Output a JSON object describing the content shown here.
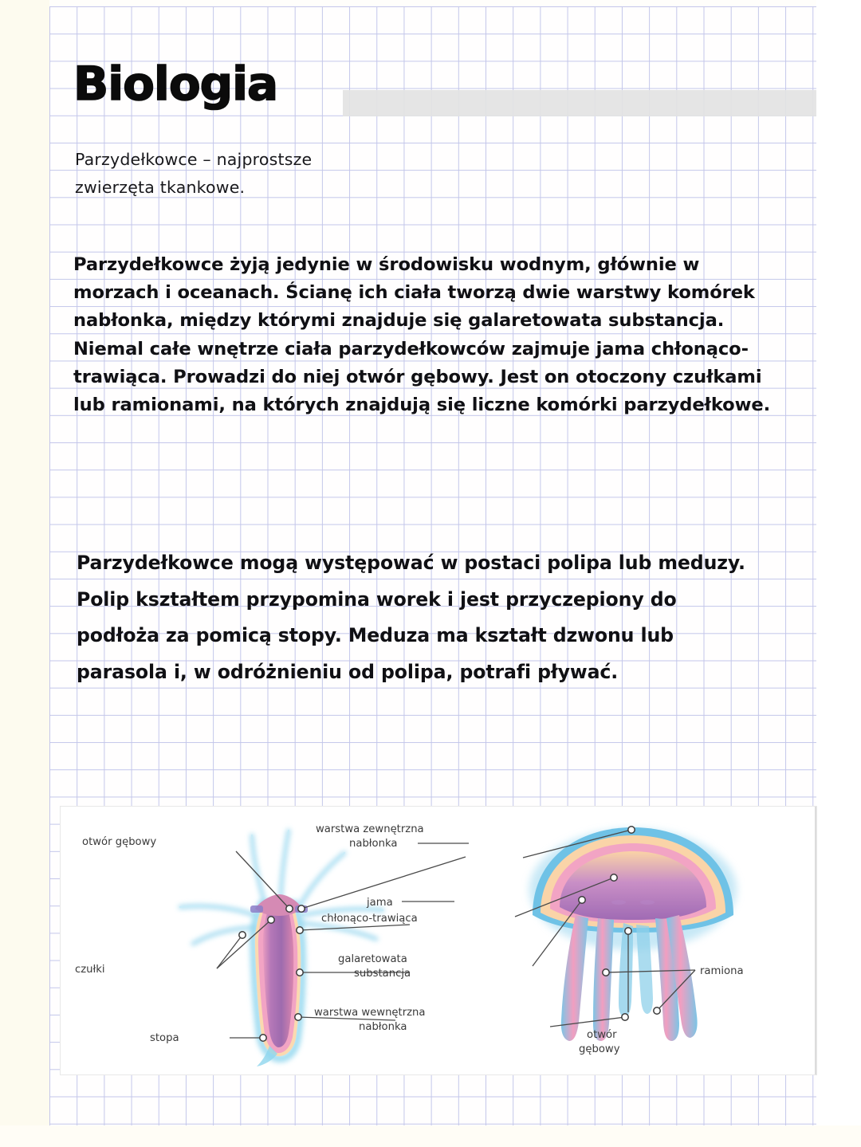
{
  "notebook": {
    "title": "Biologia",
    "subtitle_lines": [
      "Parzydełkowce – najprostsze",
      "zwierzęta tkankowe."
    ],
    "header_band_color": "#e3e3e3",
    "grid_line_color": "#b9bde8",
    "paper_color": "#ffffff",
    "margin_color": "#fdfbef"
  },
  "paragraph1": {
    "lines": [
      "Parzydełkowce żyją jedynie w środowisku wodnym, głównie w",
      "morzach i oceanach. Ścianę ich ciała tworzą dwie warstwy komórek",
      "nabłonka, między którymi znajduje się galaretowata substancja.",
      "Niemal całe wnętrze ciała parzydełkowców zajmuje  jama chłonąco-",
      "trawiąca. Prowadzi do niej otwór gębowy. Jest on otoczony czułkami",
      "lub ramionami, na których znajdują się liczne komórki parzydełkowe."
    ]
  },
  "paragraph2": {
    "lines": [
      "Parzydełkowce mogą występować w postaci polipa lub meduzy.",
      "Polip kształtem przypomina worek i jest przyczepiony do",
      "podłoża za pomicą stopy. Meduza ma kształt dzwonu lub",
      "parasola i, w odróżnieniu od polipa, potrafi pływać."
    ]
  },
  "figure": {
    "polyp": {
      "labels": {
        "mouth": "otwór gębowy",
        "tentacles": "czułki",
        "foot": "stopa"
      },
      "colors": {
        "outline": "#8fd6ee",
        "inner_body": "#9d6fae",
        "mid_body": "#d87aa8",
        "pink_layer": "#f3a7c4",
        "peach_layer": "#fbd9b0"
      }
    },
    "center_labels": {
      "outer_layer_line1": "warstwa zewnętrzna",
      "outer_layer_line2": "nabłonka",
      "cavity_line1": "jama",
      "cavity_line2": "chłonąco-trawiąca",
      "jelly_line1": "galaretowata",
      "jelly_line2": "substancja",
      "inner_layer_line1": "warstwa wewnętrzna",
      "inner_layer_line2": "nabłonka"
    },
    "medusa": {
      "labels": {
        "arms": "ramiona",
        "mouth_line1": "otwór",
        "mouth_line2": "gębowy"
      },
      "colors": {
        "bell_outer": "#7ec8e8",
        "bell_peach": "#fad4a8",
        "bell_purple": "#a46fb8",
        "arm_pink": "#f29ec0",
        "arm_blue": "#7fc6e6"
      }
    }
  }
}
